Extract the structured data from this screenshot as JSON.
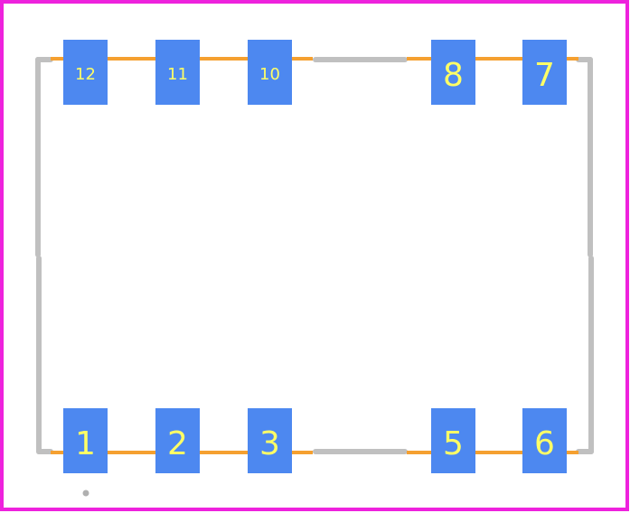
{
  "colors": {
    "background": "#ffffff",
    "board_outline": "#ee22dd",
    "silkscreen": "#c0c0c0",
    "trace": "#f5a030",
    "pad": "#4d88f0",
    "pad_label": "#ffff66",
    "marker": "#b0b0b0"
  },
  "pads": {
    "top": [
      {
        "label": "12"
      },
      {
        "label": "11"
      },
      {
        "label": "10"
      },
      {
        "label": "8"
      },
      {
        "label": "7"
      }
    ],
    "bottom": [
      {
        "label": "1"
      },
      {
        "label": "2"
      },
      {
        "label": "3"
      },
      {
        "label": "5"
      },
      {
        "label": "6"
      }
    ]
  }
}
